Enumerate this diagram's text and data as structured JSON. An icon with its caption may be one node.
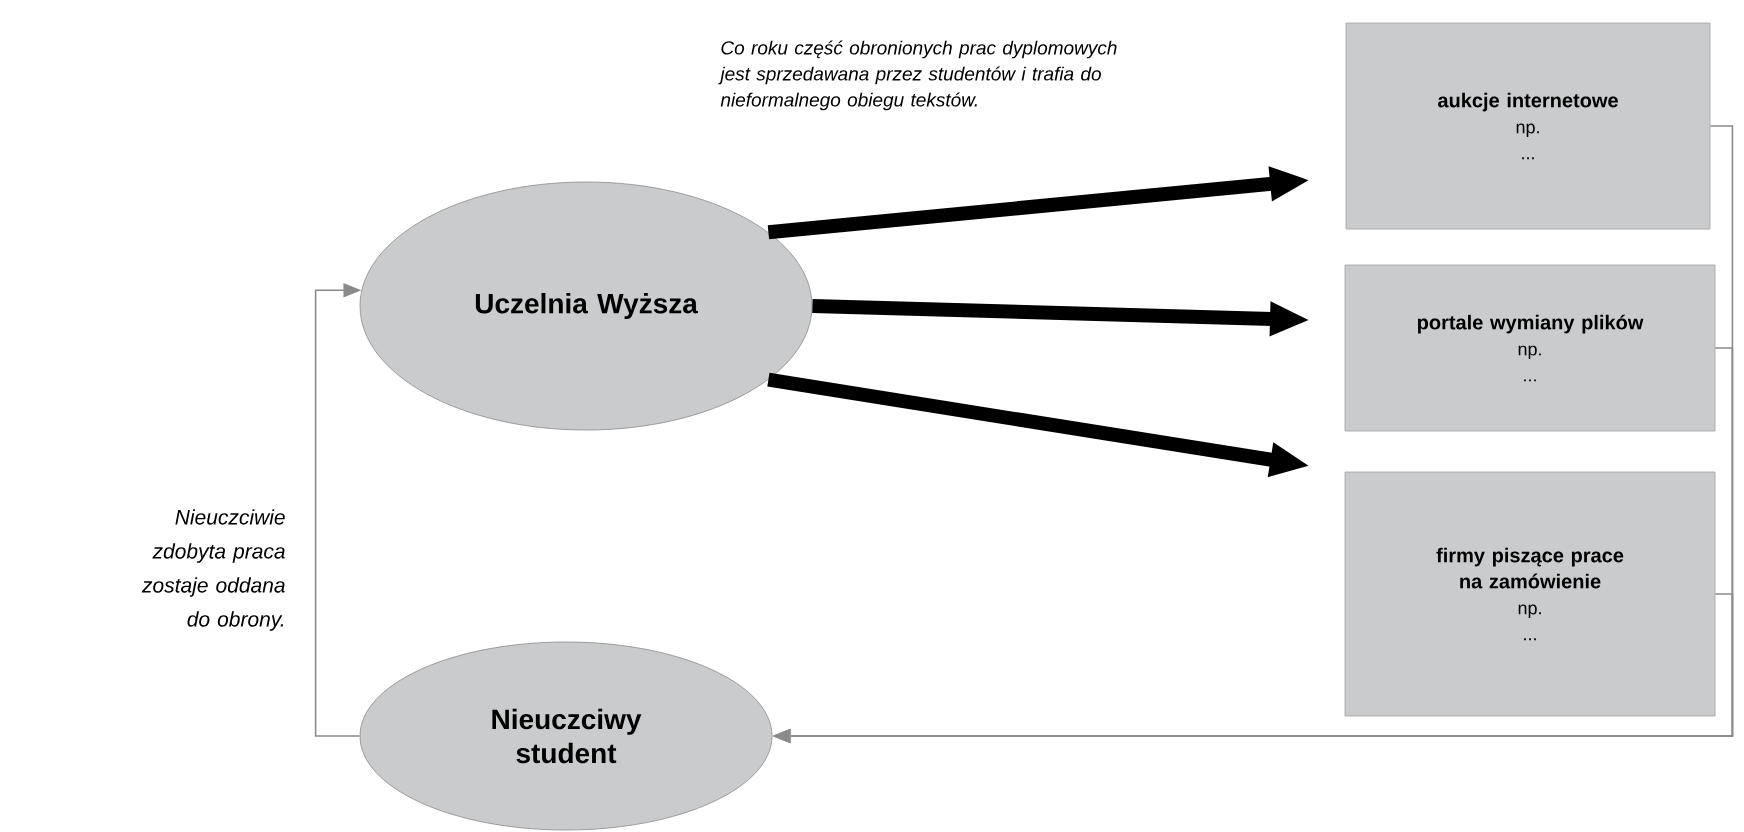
{
  "diagram": {
    "nodes": [
      {
        "text": [
          "Uczelnia Wyższa"
        ]
      },
      {
        "text": [
          "Nieuczciwy student"
        ]
      },
      {
        "text": [
          "aukcje internetowe",
          "np.",
          "..."
        ]
      },
      {
        "text": [
          "portale wymiany plików",
          "np.",
          "..."
        ]
      },
      {
        "text": [
          "firmy piszące prace na zamówienie",
          "np.",
          "..."
        ]
      }
    ],
    "edges": [
      {
        "from": 0,
        "to": 2,
        "arrow": "to",
        "style": "thick",
        "color": "#000000"
      },
      {
        "from": 0,
        "to": 3,
        "arrow": "to",
        "style": "thick",
        "color": "#000000"
      },
      {
        "from": 0,
        "to": 4,
        "arrow": "to",
        "style": "thick",
        "color": "#000000"
      },
      {
        "from": 2,
        "to": 1,
        "arrow": "to"
      },
      {
        "from": 3,
        "to": 1,
        "arrow": "to"
      },
      {
        "from": 4,
        "to": 1,
        "arrow": "to"
      },
      {
        "from": 1,
        "to": 0,
        "arrow": "to",
        "label": "Nieuczciwie zdobyta praca zostaje oddana do obrony."
      }
    ],
    "labels": [
      "Co roku część obronionych prac dyplomowych jest sprzedawana przez studentów i trafia do nieformalnego obiegu tekstów."
    ]
  }
}
